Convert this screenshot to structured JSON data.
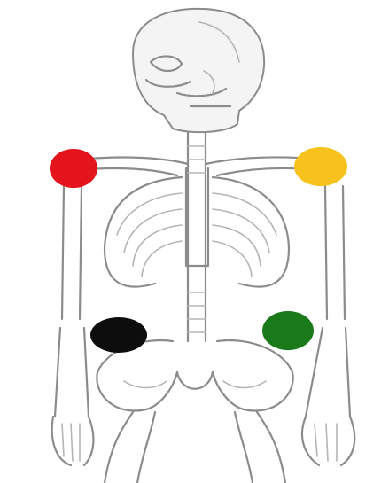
{
  "figure": {
    "subject": "skeleton-torso",
    "electrodes": [
      {
        "id": "right-arm",
        "color": "#e3141b"
      },
      {
        "id": "left-arm",
        "color": "#f6c21b"
      },
      {
        "id": "right-leg",
        "color": "#0d0d0d"
      },
      {
        "id": "left-leg",
        "color": "#1a7a1a"
      }
    ]
  }
}
